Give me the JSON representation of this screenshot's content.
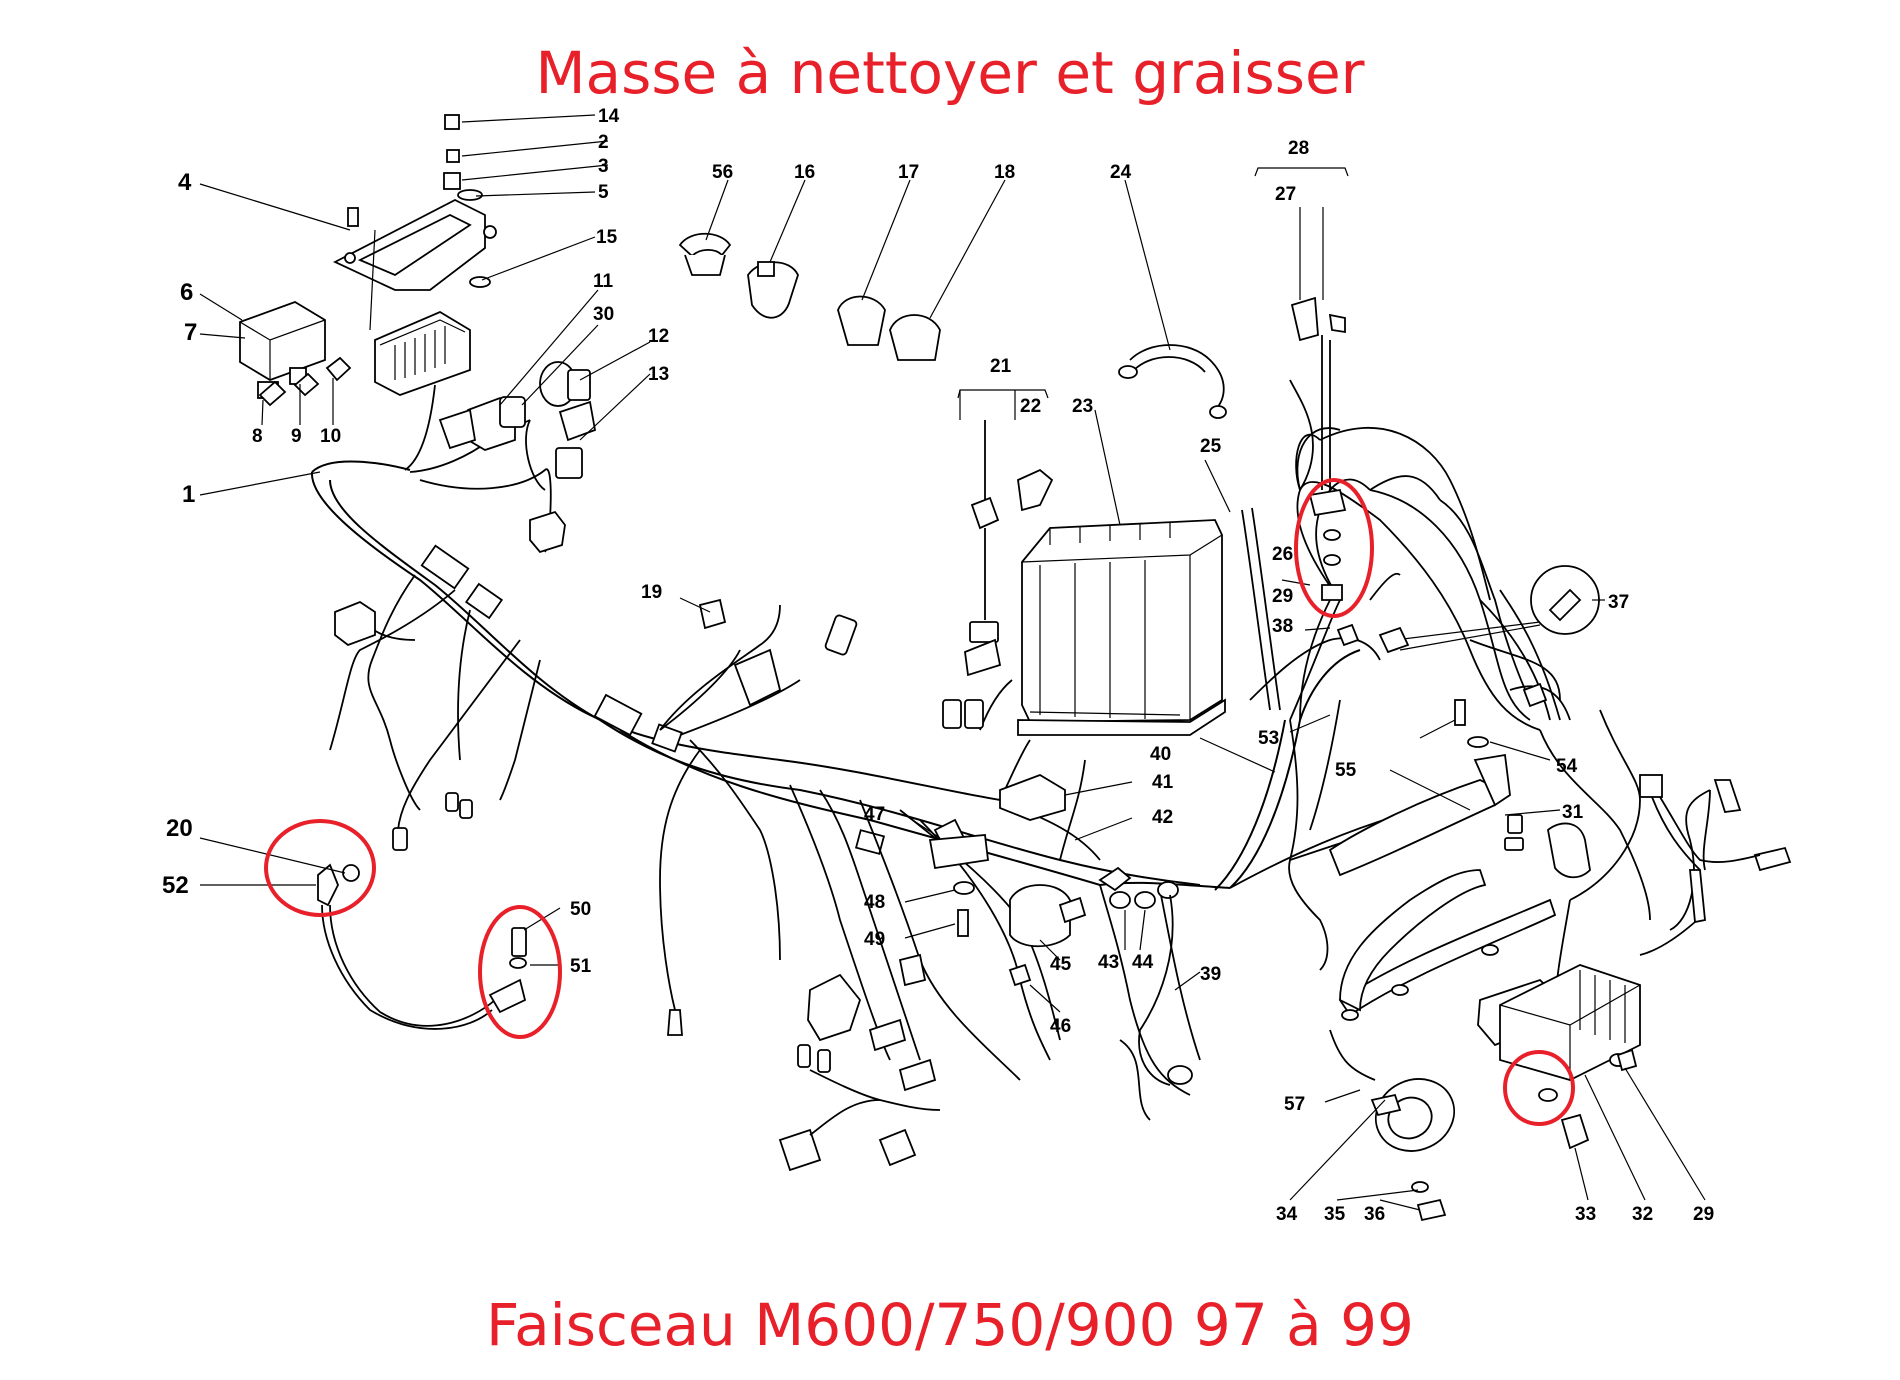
{
  "title_top": "Masse à nettoyer et graisser",
  "title_bottom": "Faisceau M600/750/900 97 à 99",
  "colors": {
    "highlight": "#e8202a",
    "line": "#000000",
    "background": "#ffffff"
  },
  "labels": {
    "l1": "1",
    "l2": "2",
    "l3": "3",
    "l4": "4",
    "l5": "5",
    "l6": "6",
    "l7": "7",
    "l8": "8",
    "l9": "9",
    "l10": "10",
    "l11": "11",
    "l12": "12",
    "l13": "13",
    "l14": "14",
    "l15": "15",
    "l16": "16",
    "l17": "17",
    "l18": "18",
    "l19": "19",
    "l20": "20",
    "l21": "21",
    "l22": "22",
    "l23": "23",
    "l24": "24",
    "l25": "25",
    "l26": "26",
    "l27": "27",
    "l28": "28",
    "l29a": "29",
    "l29b": "29",
    "l30": "30",
    "l31": "31",
    "l32": "32",
    "l33": "33",
    "l34": "34",
    "l35": "35",
    "l36": "36",
    "l37": "37",
    "l38": "38",
    "l39": "39",
    "l40": "40",
    "l41": "41",
    "l42": "42",
    "l43": "43",
    "l44": "44",
    "l45": "45",
    "l46": "46",
    "l47": "47",
    "l48": "48",
    "l49": "49",
    "l50": "50",
    "l51": "51",
    "l52": "52",
    "l53": "53",
    "l54": "54",
    "l55": "55",
    "l56": "56",
    "l57": "57"
  }
}
